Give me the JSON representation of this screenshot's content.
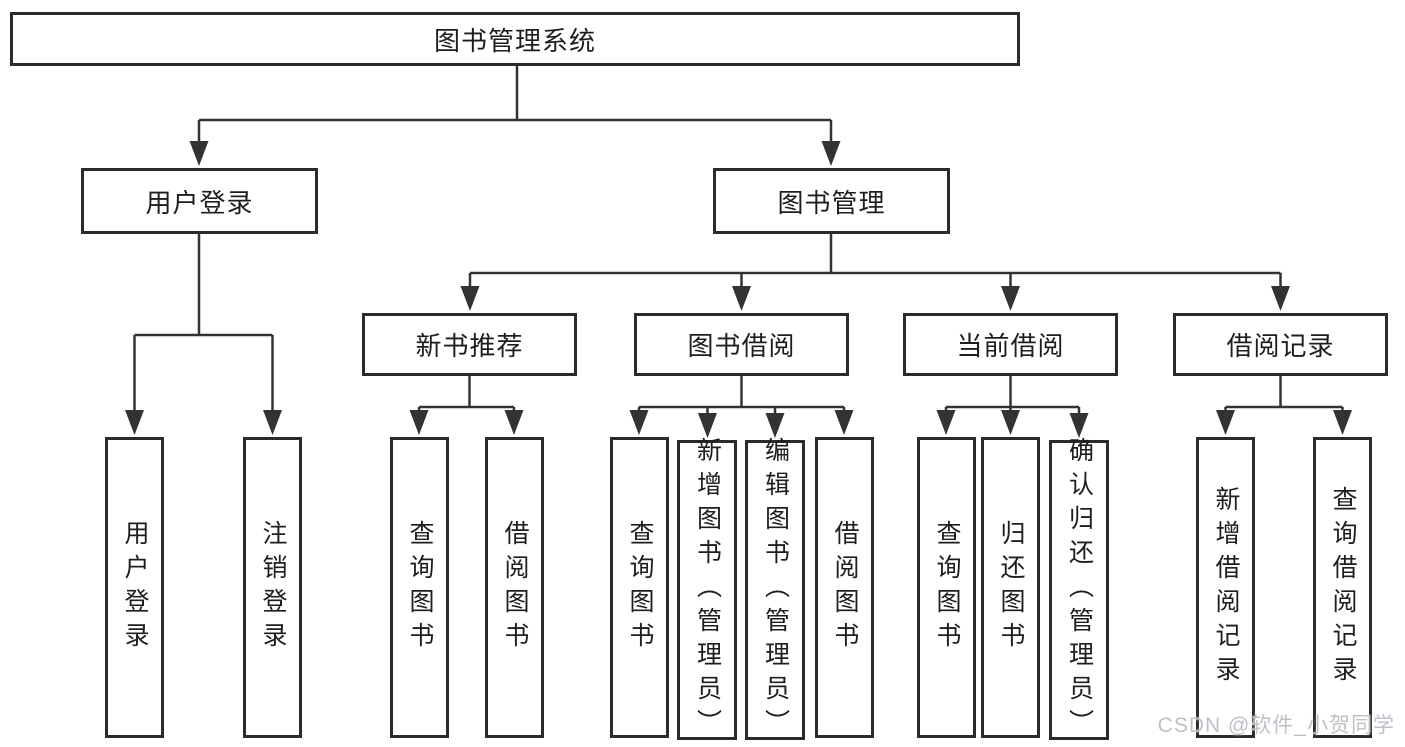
{
  "diagram": {
    "title": "图书管理系统",
    "type": "hierarchy-tree"
  },
  "nodes": {
    "root": {
      "label": "图书管理系统"
    },
    "level2": [
      {
        "label": "用户登录",
        "parent": "图书管理系统"
      },
      {
        "label": "图书管理",
        "parent": "图书管理系统"
      }
    ],
    "level3": [
      {
        "label": "新书推荐",
        "parent": "图书管理"
      },
      {
        "label": "图书借阅",
        "parent": "图书管理"
      },
      {
        "label": "当前借阅",
        "parent": "图书管理"
      },
      {
        "label": "借阅记录",
        "parent": "图书管理"
      }
    ],
    "leaves": [
      {
        "label": "用户登录",
        "parent": "用户登录"
      },
      {
        "label": "注销登录",
        "parent": "用户登录"
      },
      {
        "label": "查询图书",
        "parent": "新书推荐"
      },
      {
        "label": "借阅图书",
        "parent": "新书推荐"
      },
      {
        "label": "查询图书",
        "parent": "图书借阅"
      },
      {
        "label": "新增图书（管理员）",
        "parent": "图书借阅"
      },
      {
        "label": "编辑图书（管理员）",
        "parent": "图书借阅"
      },
      {
        "label": "借阅图书",
        "parent": "图书借阅"
      },
      {
        "label": "查询图书",
        "parent": "当前借阅"
      },
      {
        "label": "归还图书",
        "parent": "当前借阅"
      },
      {
        "label": "确认归还（管理员）",
        "parent": "当前借阅"
      },
      {
        "label": "新增借阅记录",
        "parent": "借阅记录"
      },
      {
        "label": "查询借阅记录",
        "parent": "借阅记录"
      }
    ]
  },
  "watermark": "CSDN @软件_小贺同学",
  "colors": {
    "background": "#ffffff",
    "box_border": "#2b2b2b",
    "connector": "#333333",
    "text": "#1e1e1e",
    "watermark_text": "#b9bdc4"
  }
}
